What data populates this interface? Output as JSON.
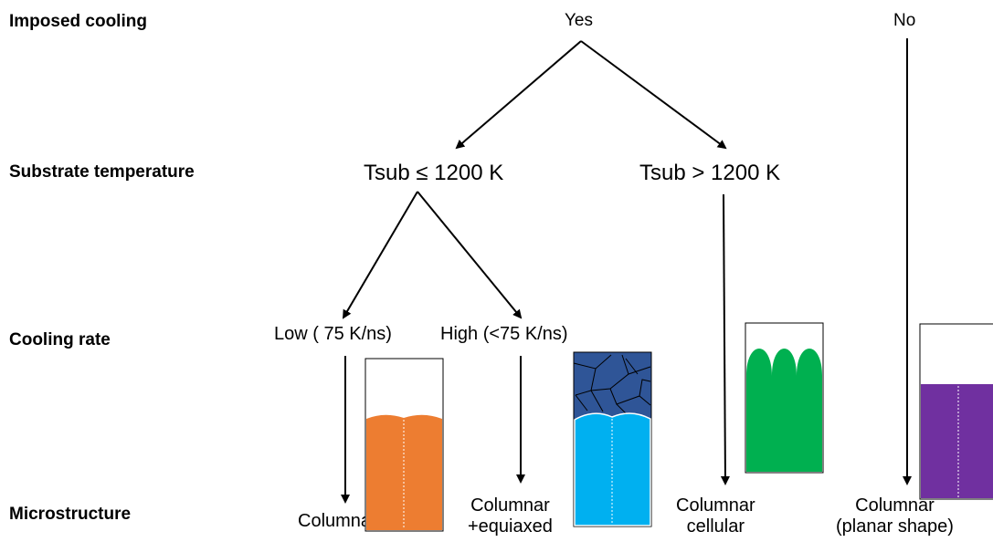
{
  "row_labels": {
    "imposed_cooling": "Imposed cooling",
    "substrate_temperature": "Substrate temperature",
    "cooling_rate": "Cooling rate",
    "microstructure": "Microstructure"
  },
  "nodes": {
    "yes": "Yes",
    "no": "No",
    "tsub_low": "Tsub ≤ 1200 K",
    "tsub_high": "Tsub > 1200 K",
    "rate_low": "Low ( 75 K/ns)",
    "rate_high": "High (<75 K/ns)"
  },
  "outcomes": {
    "columnar": [
      "Columnar"
    ],
    "columnar_equiaxed": [
      "Columnar",
      "+equiaxed"
    ],
    "columnar_cellular": [
      "Columnar",
      "cellular"
    ],
    "columnar_planar": [
      "Columnar",
      "(planar shape)"
    ]
  },
  "colors": {
    "orange": "#ED7D31",
    "navy": "#2F5597",
    "cyan": "#00B0F0",
    "green": "#00B050",
    "purple": "#7030A0"
  },
  "icons": [
    "orange-columnar-icon",
    "blue-equiaxed-columnar-icon",
    "green-cellular-icon",
    "purple-planar-icon"
  ]
}
